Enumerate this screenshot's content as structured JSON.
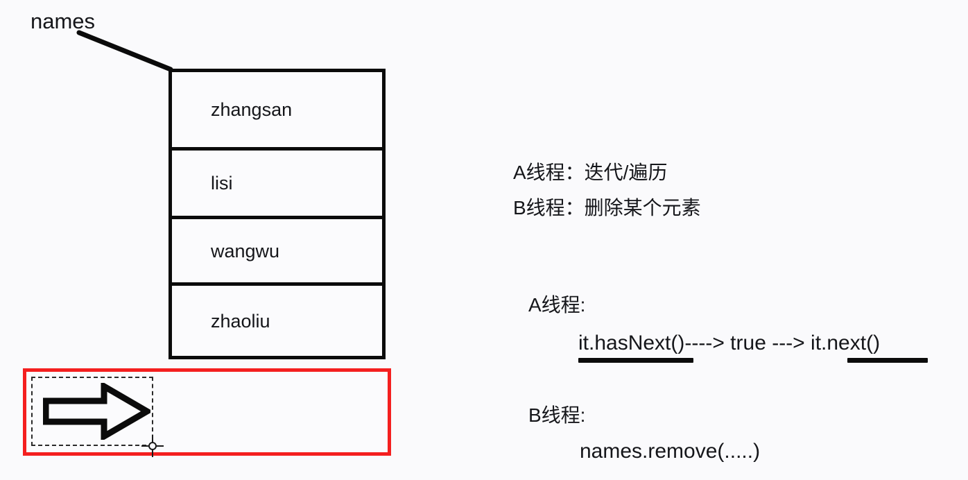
{
  "diagram": {
    "title_label": "names",
    "list": {
      "name": "names",
      "items": [
        {
          "value": "zhangsan"
        },
        {
          "value": "lisi"
        },
        {
          "value": "wangwu"
        },
        {
          "value": "zhaoliu"
        }
      ]
    },
    "selection": {
      "arrow_icon": "right-block-arrow-icon",
      "resize_handle_icon": "crosshair-handle-icon",
      "frame_color": "#f41f1f",
      "dash_color": "#2a2a2a"
    },
    "notes": [
      {
        "id": "thread-a-role",
        "text": "A线程：迭代/遍历"
      },
      {
        "id": "thread-b-role",
        "text": "B线程：删除某个元素"
      }
    ],
    "sequences": [
      {
        "id": "thread-a",
        "heading": "A线程:",
        "code": "it.hasNext()----> true ---> it.next()",
        "underlined": [
          "it.hasNext()",
          "it.next()"
        ]
      },
      {
        "id": "thread-b",
        "heading": "B线程:",
        "code": "names.remove(.....)",
        "underlined": []
      }
    ],
    "colors": {
      "background": "#fafafc",
      "stroke": "#0b0b0b",
      "accent_red": "#f41f1f",
      "text": "#15161a"
    }
  }
}
